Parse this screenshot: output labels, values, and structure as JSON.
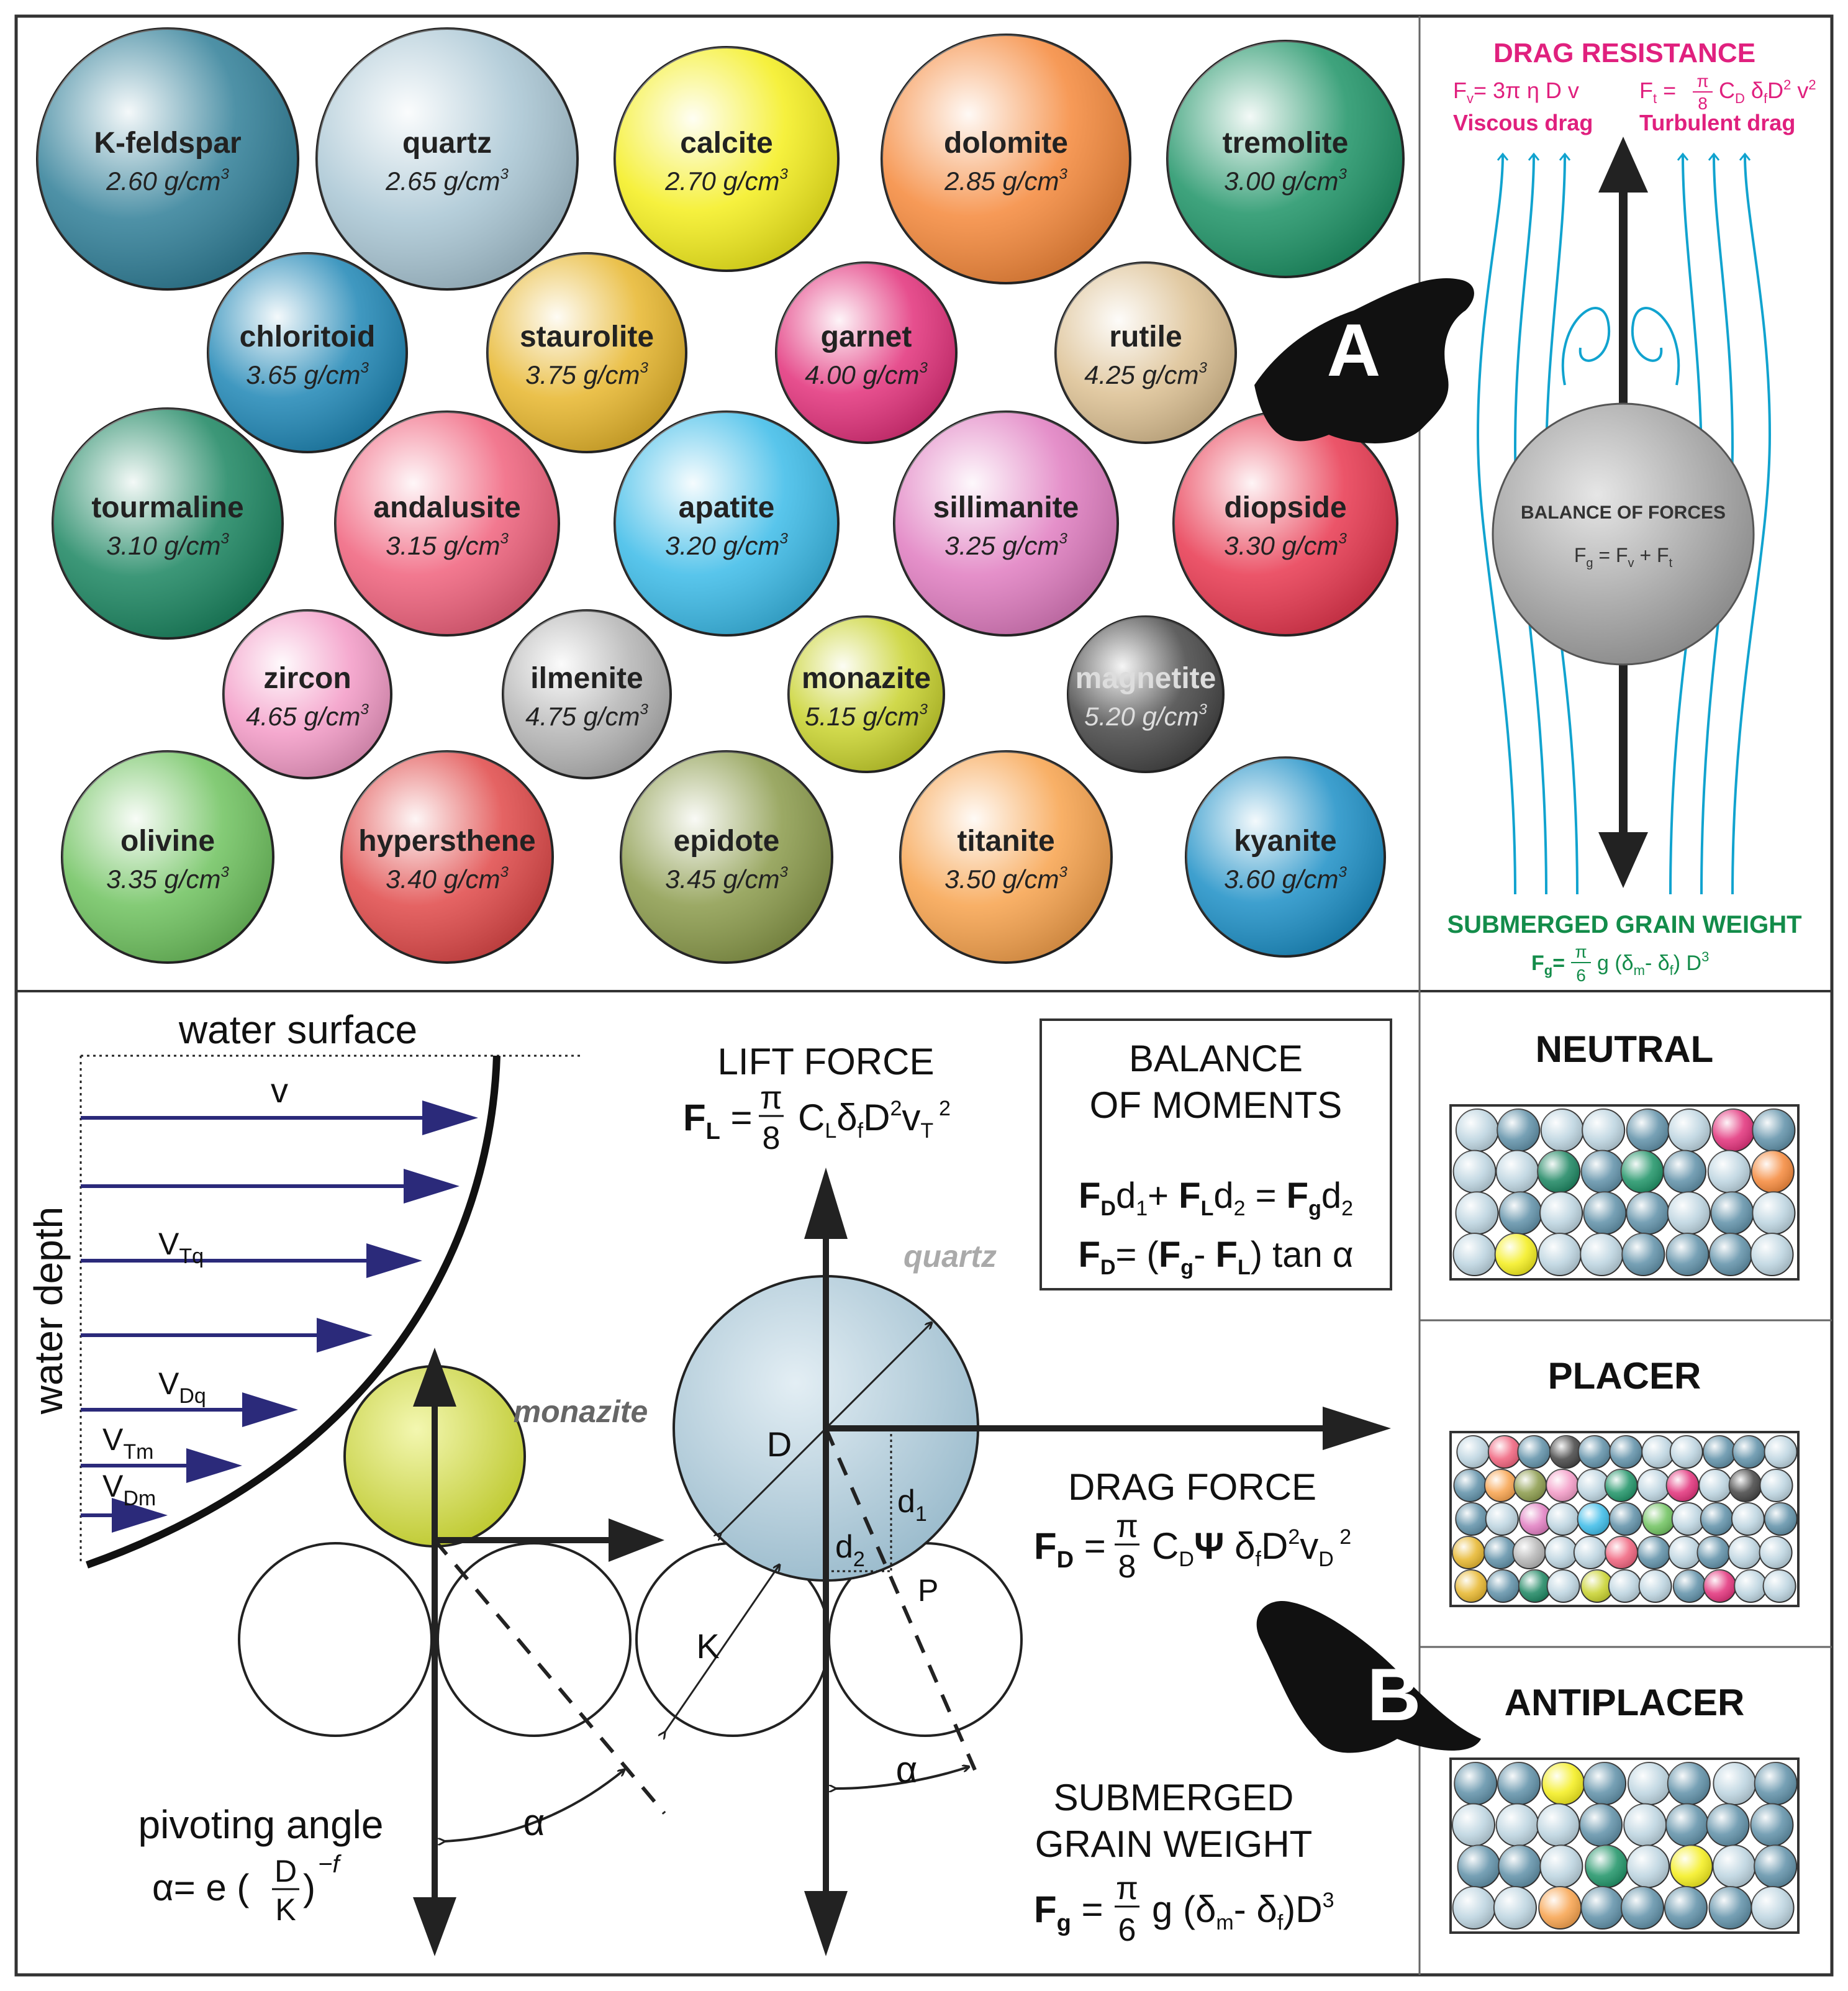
{
  "panel_a": {
    "letter": "A",
    "minerals": [
      {
        "name": "K-feldspar",
        "density": "2.60 g/cm",
        "color": "#2f7e97"
      },
      {
        "name": "quartz",
        "density": "2.65 g/cm",
        "color": "#a9c6d4"
      },
      {
        "name": "calcite",
        "density": "2.70 g/cm",
        "color": "#f4ee1c"
      },
      {
        "name": "dolomite",
        "density": "2.85 g/cm",
        "color": "#f5883a"
      },
      {
        "name": "tremolite",
        "density": "3.00 g/cm",
        "color": "#1d9366"
      },
      {
        "name": "chloritoid",
        "density": "3.65 g/cm",
        "color": "#1e86b5"
      },
      {
        "name": "staurolite",
        "density": "3.75 g/cm",
        "color": "#e7b62c"
      },
      {
        "name": "garnet",
        "density": "4.00 g/cm",
        "color": "#e2307a"
      },
      {
        "name": "rutile",
        "density": "4.25 g/cm",
        "color": "#dcc092"
      },
      {
        "name": "tourmaline",
        "density": "3.10 g/cm",
        "color": "#1a8560"
      },
      {
        "name": "andalusite",
        "density": "3.15 g/cm",
        "color": "#f0617c"
      },
      {
        "name": "apatite",
        "density": "3.20 g/cm",
        "color": "#3bbbe8"
      },
      {
        "name": "sillimanite",
        "density": "3.25 g/cm",
        "color": "#e07cc0"
      },
      {
        "name": "diopside",
        "density": "3.30 g/cm",
        "color": "#e8374f"
      },
      {
        "name": "zircon",
        "density": "4.65 g/cm",
        "color": "#f39ac6"
      },
      {
        "name": "ilmenite",
        "density": "4.75 g/cm",
        "color": "#b4b4b4"
      },
      {
        "name": "monazite",
        "density": "5.15 g/cm",
        "color": "#c8d22c"
      },
      {
        "name": "magnetite",
        "density": "5.20 g/cm",
        "color": "#444444"
      },
      {
        "name": "olivine",
        "density": "3.35 g/cm",
        "color": "#6ec25e"
      },
      {
        "name": "hypersthene",
        "density": "3.40 g/cm",
        "color": "#e04848"
      },
      {
        "name": "epidote",
        "density": "3.45 g/cm",
        "color": "#8a9a4a"
      },
      {
        "name": "titanite",
        "density": "3.50 g/cm",
        "color": "#f7a24c"
      },
      {
        "name": "kyanite",
        "density": "3.60 g/cm",
        "color": "#1c8fc6"
      }
    ],
    "density_sup": "3",
    "drag": {
      "title": "DRAG RESISTANCE",
      "viscous_eq": "F",
      "viscous_sub": "v",
      "viscous_rhs": "= 3π η D v",
      "viscous_label": "Viscous drag",
      "turbulent_lhs": "F",
      "turbulent_sub": "t",
      "turbulent_frac_num": "π",
      "turbulent_frac_den": "8",
      "turbulent_rhs": "C",
      "turbulent_label": "Turbulent drag",
      "balance_title": "BALANCE OF FORCES",
      "balance_eq": "F",
      "weight_title": "SUBMERGED GRAIN WEIGHT"
    }
  },
  "panel_b": {
    "letter": "B",
    "water_surface": "water surface",
    "water_depth": "water depth",
    "v_labels": [
      "v",
      "V",
      "V",
      "V",
      "V"
    ],
    "v_subs": [
      "",
      "Tq",
      "Dq",
      "Tm",
      "Dm"
    ],
    "lift_title": "LIFT FORCE",
    "drag_title": "DRAG FORCE",
    "weight_title_1": "SUBMERGED",
    "weight_title_2": "GRAIN WEIGHT",
    "moments_title_1": "BALANCE",
    "moments_title_2": "OF MOMENTS",
    "quartz_label": "quartz",
    "monazite_label": "monazite",
    "D": "D",
    "K": "K",
    "P": "P",
    "d1": "d",
    "d2": "d",
    "alpha": "α",
    "pivot_title": "pivoting angle",
    "alpha_eq": "α= e (",
    "frac_D": "D",
    "frac_K": "K",
    "exp": "−f",
    "neutral": "NEUTRAL",
    "placer": "PLACER",
    "antiplacer": "ANTIPLACER"
  }
}
